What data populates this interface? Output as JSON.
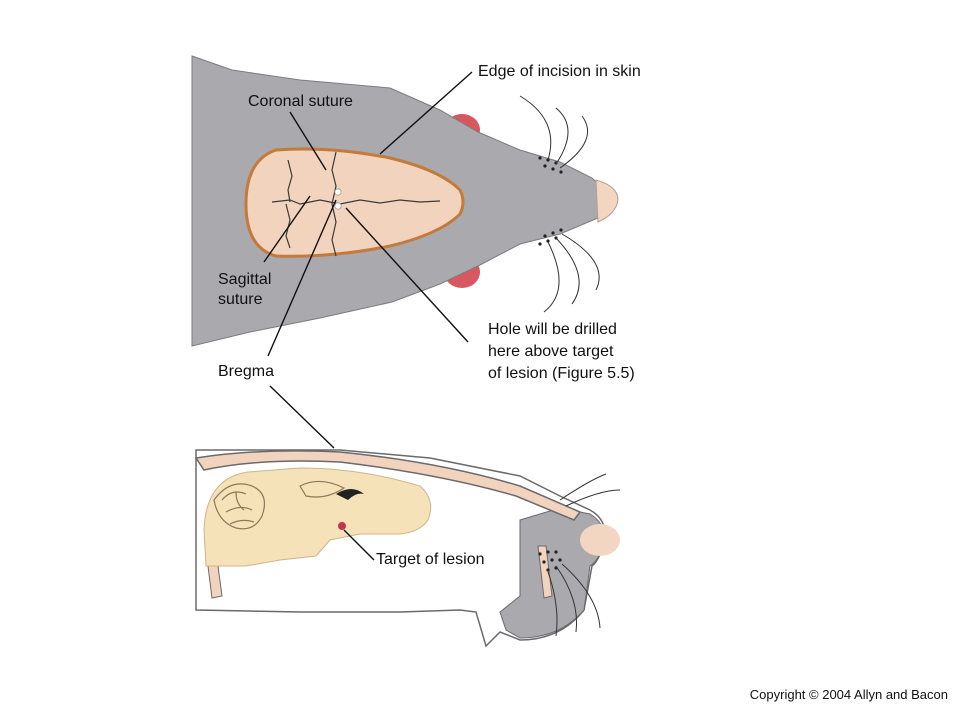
{
  "labels": {
    "coronal_suture": "Coronal suture",
    "edge_incision": "Edge of incision in skin",
    "sagittal_suture_line1": "Sagittal",
    "sagittal_suture_line2": "suture",
    "hole_line1": "Hole will be drilled",
    "hole_line2": "here above target",
    "hole_line3": "of lesion (Figure 5.5)",
    "bregma": "Bregma",
    "target": "Target of lesion"
  },
  "copyright": "Copyright © 2004 Allyn and Bacon",
  "colors": {
    "head_gray": "#a9a9ae",
    "skull_fill": "#f2d3bd",
    "skull_edge": "#c47a3a",
    "ear_red": "#d9575f",
    "brain": "#f6e2b8",
    "nose": "#f3d6c2"
  }
}
